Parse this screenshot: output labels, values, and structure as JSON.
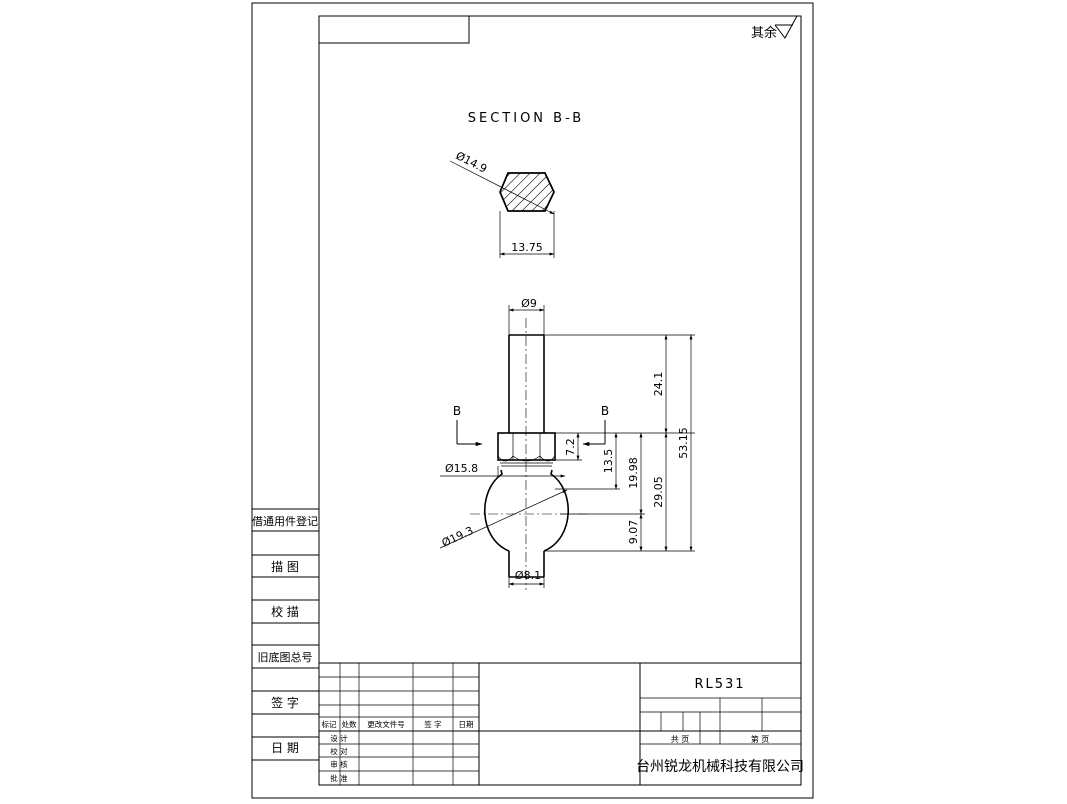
{
  "roughness_note": "其余",
  "section_title": "SECTION B-B",
  "section_label": "B",
  "dimensions": {
    "section_diameter": "Ø14.9",
    "section_width": "13.75",
    "shaft_diameter": "Ø9",
    "hex_diameter": "Ø15.8",
    "ball_diameter": "Ø19.3",
    "neck_diameter": "Ø8.1",
    "d_7_2": "7.2",
    "d_13_5": "13.5",
    "d_19_98": "19.98",
    "d_29_05": "29.05",
    "d_9_07": "9.07",
    "d_24_1": "24.1",
    "d_53_15": "53.15"
  },
  "side_panel": {
    "labels": [
      "借通用件登记",
      "描  图",
      "校  描",
      "旧底图总号",
      "签  字",
      "日  期"
    ]
  },
  "title_block": {
    "part_number": "RL531",
    "company": "台州锐龙机械科技有限公司",
    "total_label": "共  页",
    "sheet_label": "第  页",
    "revision_headers": [
      "标记",
      "处数",
      "更改文件号",
      "签  字",
      "日期"
    ],
    "approval_rows": [
      "设  计",
      "校  对",
      "审  核",
      "批  准"
    ]
  }
}
